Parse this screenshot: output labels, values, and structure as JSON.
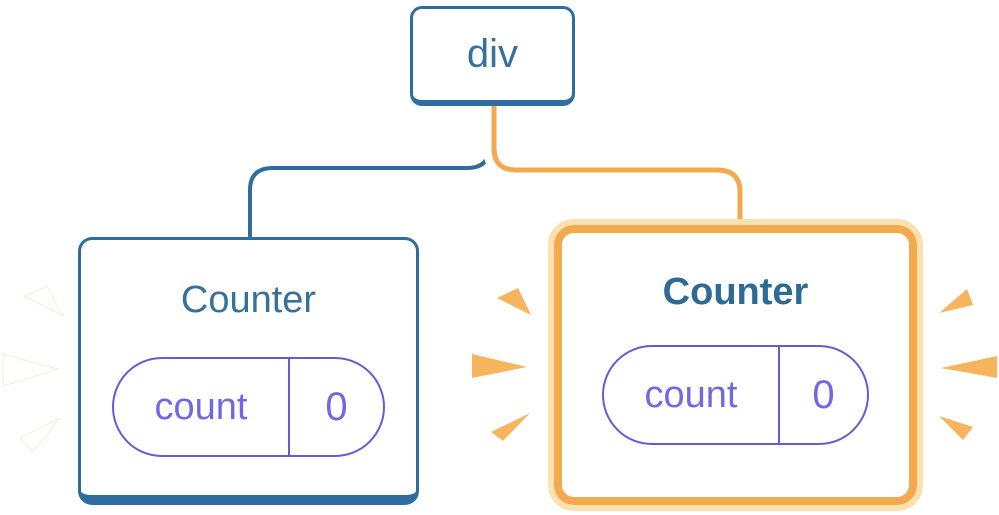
{
  "tree": {
    "root": {
      "label": "div"
    },
    "children": [
      {
        "label": "Counter",
        "highlighted": false,
        "state": [
          {
            "key": "count",
            "value": "0"
          }
        ]
      },
      {
        "label": "Counter",
        "highlighted": true,
        "state": [
          {
            "key": "count",
            "value": "0"
          }
        ]
      }
    ]
  },
  "colors": {
    "steel_blue": "#2e6e9e",
    "title_blue": "#35719c",
    "title_blue_bold": "#2d6a94",
    "pill_border": "#655bd6",
    "pill_text": "#7169e3",
    "orange_main": "#f3a94e",
    "orange_light": "#fbe1af",
    "burst_orange": "#f6b45c",
    "burst_white": "#ffffff",
    "bg": "#ffffff"
  }
}
